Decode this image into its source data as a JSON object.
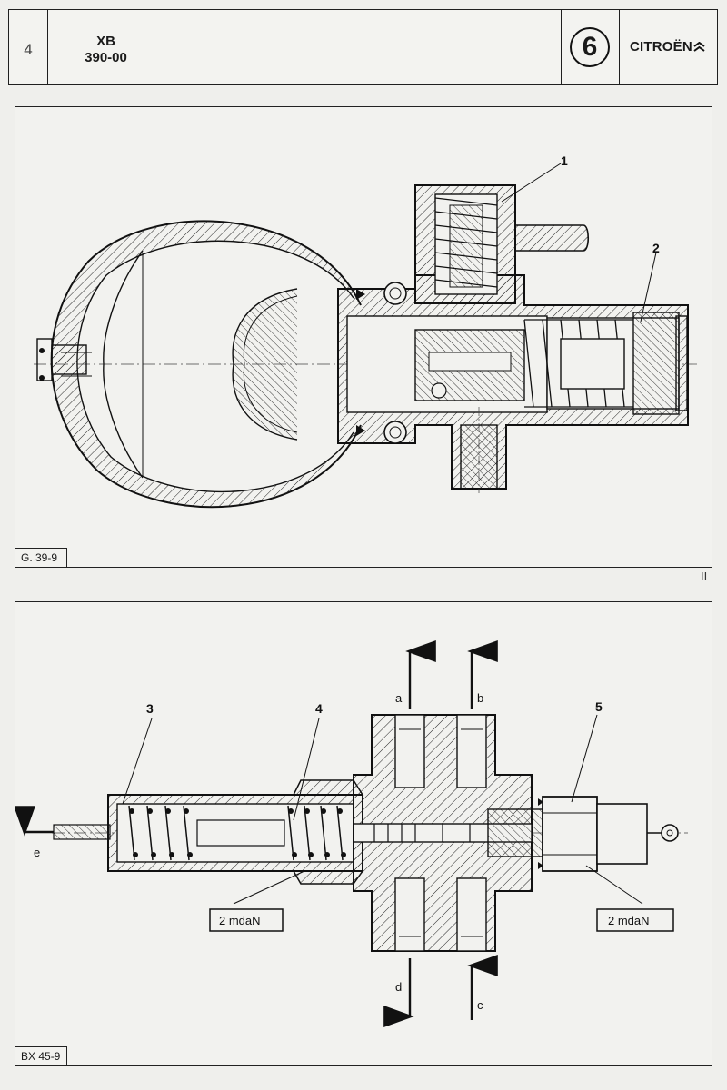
{
  "header": {
    "page_number": "4",
    "model_line1": "XB",
    "model_line2": "390-00",
    "chapter": "6",
    "brand": "CITROËN"
  },
  "figure_top": {
    "label": "G. 39-9",
    "callouts": [
      "1",
      "2"
    ]
  },
  "page_marker": "II",
  "figure_bottom": {
    "label": "BX 45-9",
    "callouts": [
      "3",
      "4",
      "5"
    ],
    "ports": [
      "a",
      "b",
      "c",
      "d",
      "e"
    ],
    "torque_left": "2 mdaN",
    "torque_right": "2 mdaN"
  }
}
